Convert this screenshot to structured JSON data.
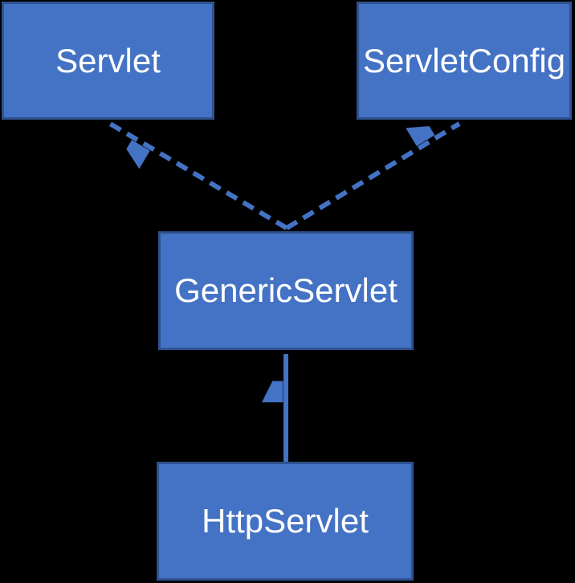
{
  "diagram": {
    "background_color": "#000000",
    "colors": {
      "node_fill": "#4472c4",
      "node_border": "#2f528f",
      "label_text": "#ffffff",
      "arrow": "#4472c4"
    },
    "nodes": {
      "servlet": {
        "label": "Servlet"
      },
      "servlet_config": {
        "label": "ServletConfig"
      },
      "generic_servlet": {
        "label": "GenericServlet"
      },
      "http_servlet": {
        "label": "HttpServlet"
      }
    },
    "edges": [
      {
        "from": "GenericServlet",
        "to": "Servlet",
        "line_style": "dashed",
        "arrowhead": "filled-triangle"
      },
      {
        "from": "GenericServlet",
        "to": "ServletConfig",
        "line_style": "dashed",
        "arrowhead": "filled-triangle"
      },
      {
        "from": "HttpServlet",
        "to": "GenericServlet",
        "line_style": "solid",
        "arrowhead": "filled-triangle"
      }
    ]
  }
}
